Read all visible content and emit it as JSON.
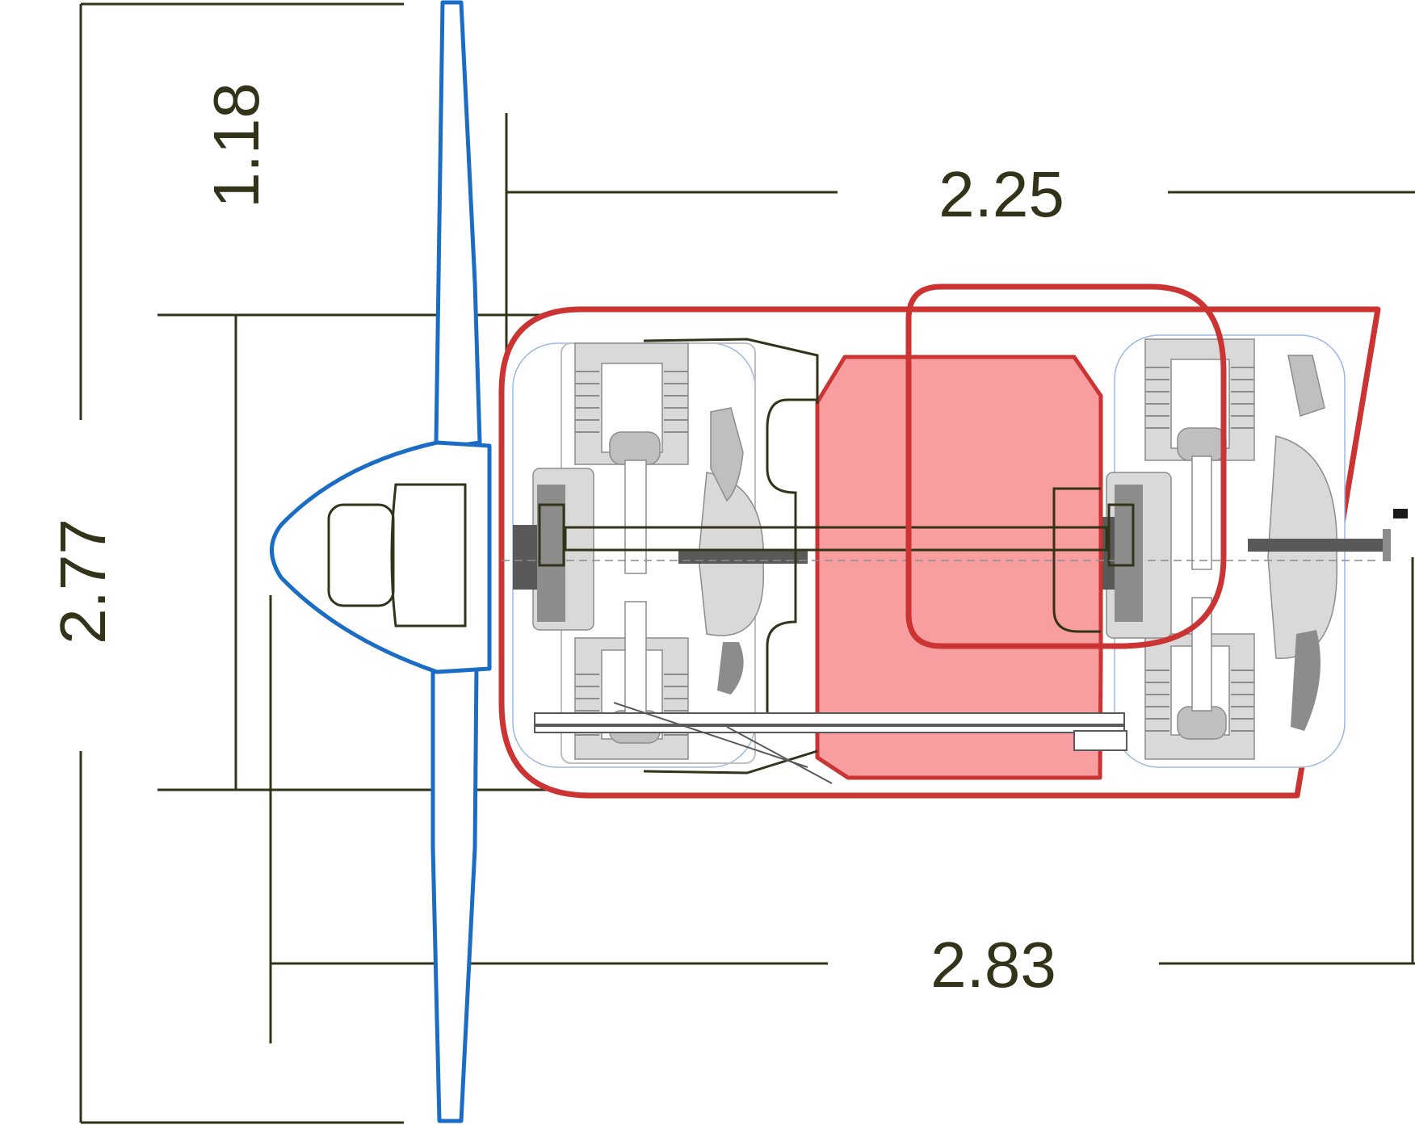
{
  "dimensions": {
    "propeller_half_span": "1.18",
    "total_height": "2.77",
    "engine_length": "2.25",
    "overall_length": "2.83"
  },
  "colors": {
    "dimension": "#33331a",
    "propeller": "#1a6cc4",
    "housing": "#cc3333",
    "highlight_fill": "#f99ea0",
    "part_light": "#d9d9d9",
    "part_mid": "#a6a6a6",
    "part_dark": "#595959"
  }
}
